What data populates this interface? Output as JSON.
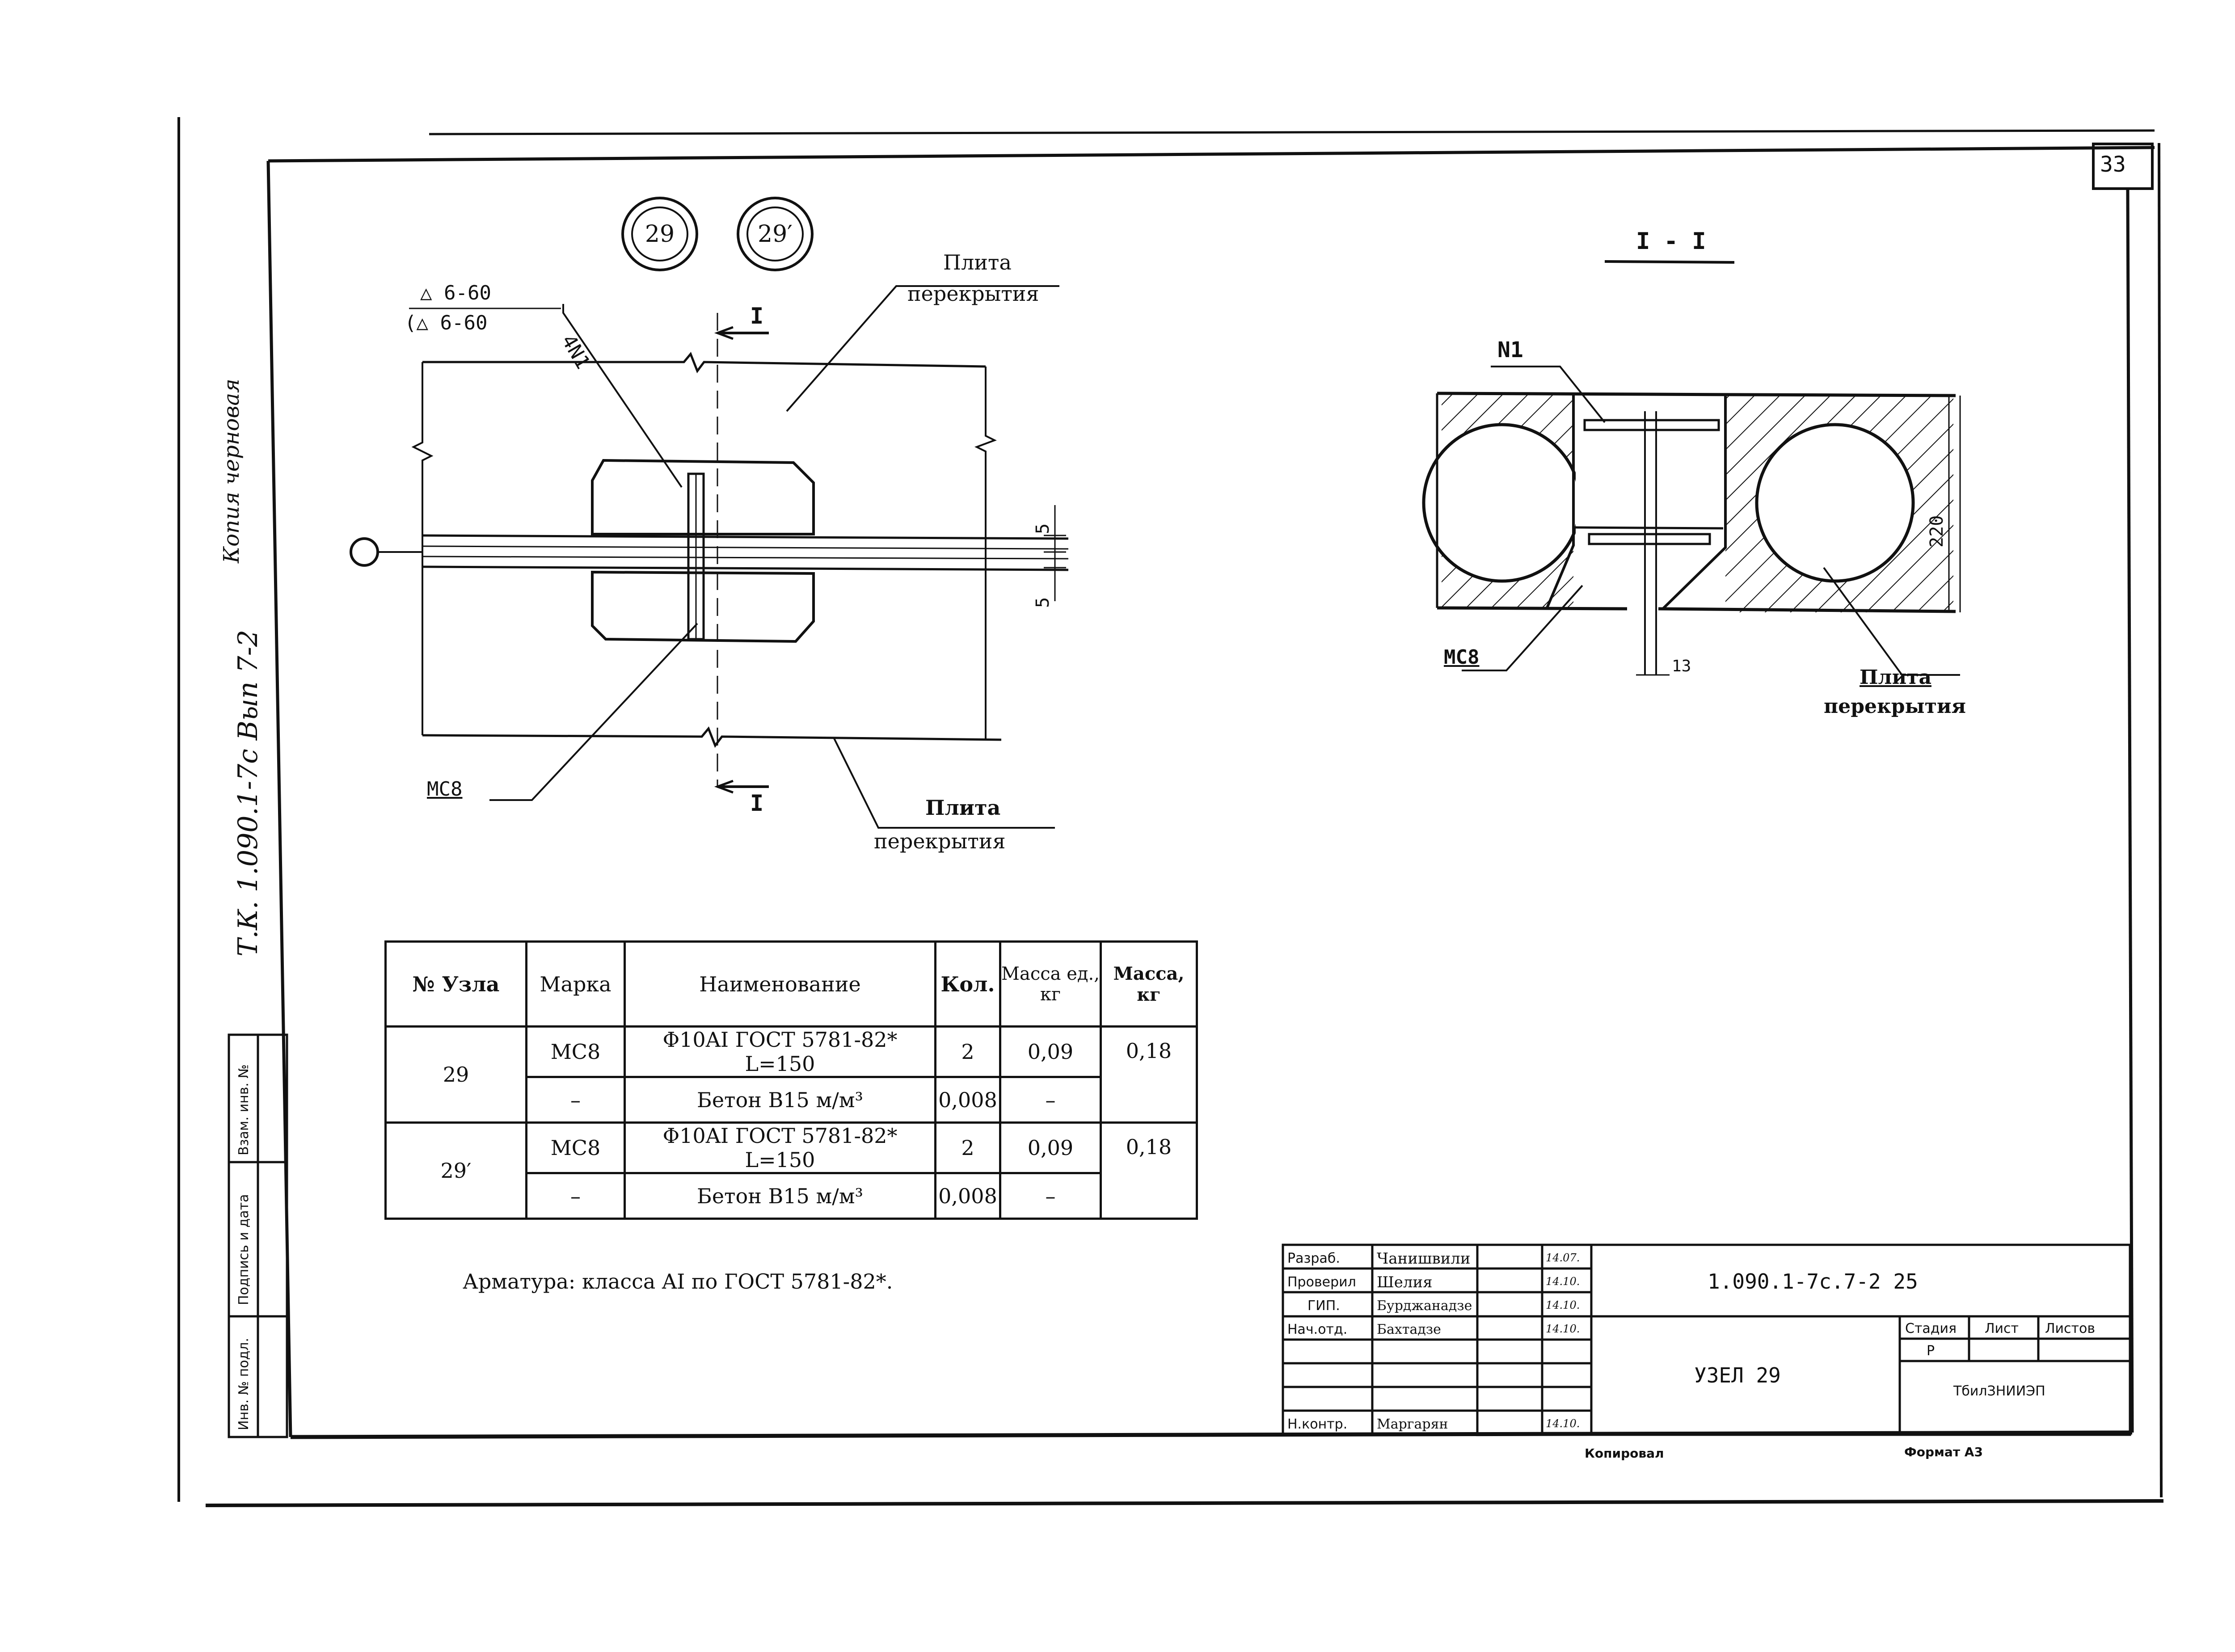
{
  "sheet": {
    "page_number": "33",
    "node_refs": [
      "29",
      "29′"
    ],
    "side_stamp": "Копия черновая",
    "side_doc_ref": "Т.К. 1.090.1-7с Вып 7-2",
    "left_strip_labels": [
      "Инв. № подл.",
      "Подпись и дата",
      "Взам. инв. №"
    ]
  },
  "plan_view": {
    "slab_top_label_1": "Плита",
    "slab_top_label_2": "перекрытия",
    "slab_bottom_label_1": "Плита",
    "slab_bottom_label_2": "перекрытия",
    "weld_1": "△ 6-60",
    "weld_2": "(△ 6-60",
    "rebar_label": "4N1",
    "mark_label": "МС8",
    "section_mark": "I",
    "dim_gap_1": "5",
    "dim_gap_2": "5"
  },
  "section_view": {
    "title": "I - I",
    "rebar_label": "N1",
    "mark_label": "МС8",
    "height_dim": "220",
    "gap_dim": "13",
    "slab_label_1": "Плита",
    "slab_label_2": "перекрытия"
  },
  "spec_table": {
    "headers": [
      "№ Узла",
      "Марка",
      "Наименование",
      "Кол.",
      "Масса ед., кг",
      "Масса, кг"
    ],
    "rows": [
      {
        "node": "29",
        "mark": "МС8",
        "name": "Φ10AI ГОСТ 5781-82* L=150",
        "qty": "2",
        "unit_mass": "0,09",
        "mass": "0,18"
      },
      {
        "node": "",
        "mark": "–",
        "name": "Бетон В15 м/м³",
        "qty": "0,008",
        "unit_mass": "–",
        "mass": ""
      },
      {
        "node": "29′",
        "mark": "МС8",
        "name": "Φ10AI ГОСТ 5781-82* L=150",
        "qty": "2",
        "unit_mass": "0,09",
        "mass": "0,18"
      },
      {
        "node": "",
        "mark": "–",
        "name": "Бетон В15 м/м³",
        "qty": "0,008",
        "unit_mass": "–",
        "mass": ""
      }
    ]
  },
  "note": "Арматура: класса AI по ГОСТ 5781-82*.",
  "title_block": {
    "roles": [
      "Разраб.",
      "Проверил",
      "ГИП.",
      "Нач.отд.",
      "",
      "",
      "",
      "Н.контр."
    ],
    "names": [
      "Чанишвили",
      "Шелия",
      "Бурджанадзе",
      "Бахтадзе",
      "",
      "",
      "",
      "Маргарян"
    ],
    "dates": [
      "14.07.",
      "14.10.",
      "14.10.",
      "14.10.",
      "",
      "",
      "",
      "14.10."
    ],
    "doc_code": "1.090.1-7с.7-2 25",
    "sheet_title": "УЗЕЛ 29",
    "stage_header": "Стадия",
    "sheet_header": "Лист",
    "sheets_header": "Листов",
    "stage_value": "Р",
    "organization": "ТбилЗНИИЭП",
    "copied": "Копировал",
    "format": "Формат А3"
  }
}
